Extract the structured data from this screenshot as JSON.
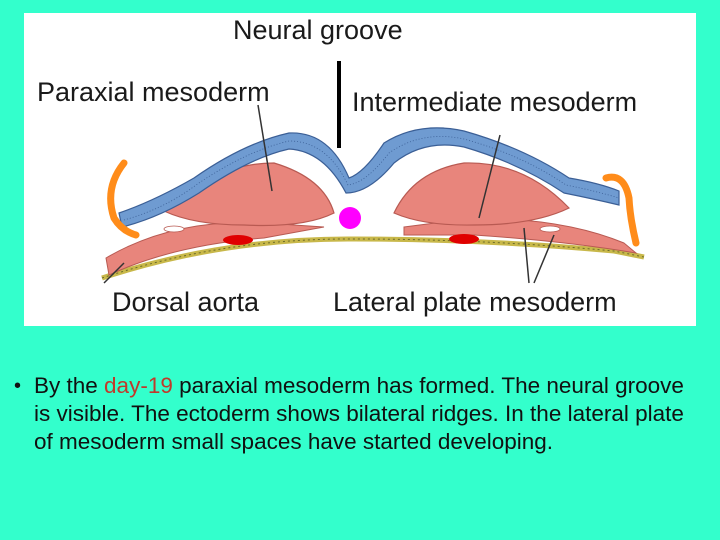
{
  "labels": {
    "neural_groove": "Neural groove",
    "paraxial_mesoderm": "Paraxial mesoderm",
    "intermediate_mesoderm": "Intermediate mesoderm",
    "dorsal_aorta": "Dorsal aorta",
    "lateral_plate_mesoderm": "Lateral plate mesoderm"
  },
  "bullet": {
    "marker": "•",
    "before": "By the ",
    "highlight": "day-19",
    "after": " paraxial mesoderm has formed. The neural groove is visible. The ectoderm shows bilateral ridges. In the lateral plate of mesoderm small spaces have started developing."
  },
  "colors": {
    "background": "#33ffcc",
    "ectoderm": "#6f9bd1",
    "mesoderm": "#e8857c",
    "lateral_ectoderm": "#ff8c1a",
    "notochord": "#ff00ff",
    "highlight_text": "#c0392b"
  }
}
